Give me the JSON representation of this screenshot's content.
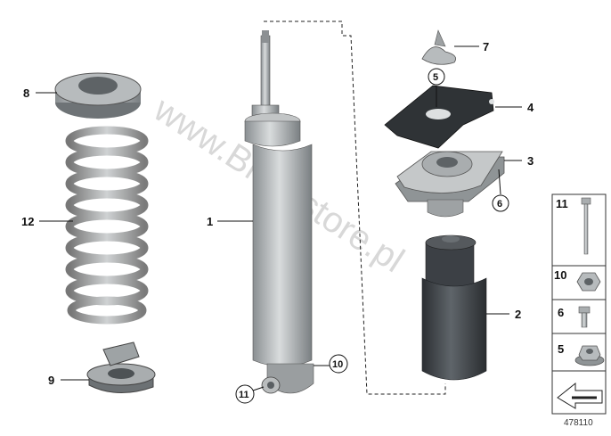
{
  "watermark": "www.BMWstore.pl",
  "diagram_number": "478110",
  "callouts": {
    "c1": "1",
    "c2": "2",
    "c3": "3",
    "c4": "4",
    "c5": "5",
    "c6": "6",
    "c7": "7",
    "c8": "8",
    "c9": "9",
    "c10": "10",
    "c11": "11",
    "c12": "12"
  },
  "legend": {
    "items": [
      {
        "label": "11",
        "part": "bolt"
      },
      {
        "label": "10",
        "part": "hex-nut"
      },
      {
        "label": "6",
        "part": "screw"
      },
      {
        "label": "5",
        "part": "collar-nut"
      }
    ]
  }
}
